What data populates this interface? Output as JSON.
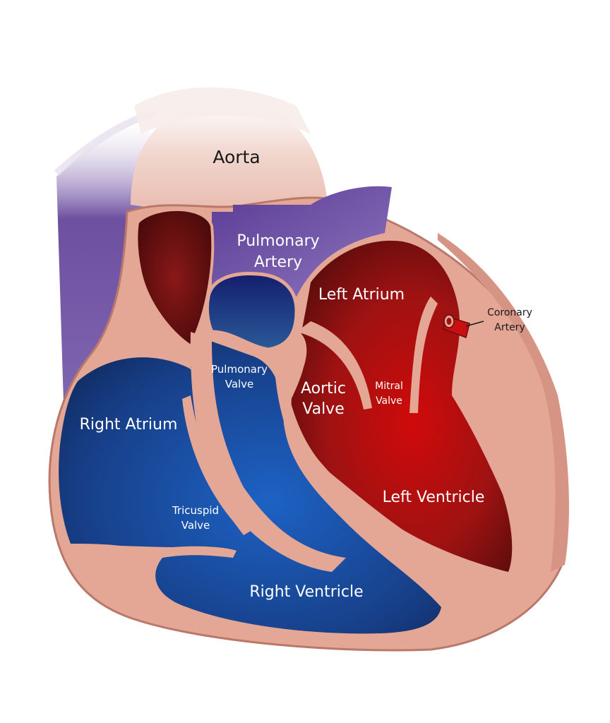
{
  "labels": {
    "aorta": "Aorta",
    "pulmonary_artery_1": "Pulmonary",
    "pulmonary_artery_2": "Artery",
    "left_atrium": "Left Atrium",
    "coronary_artery_1": "Coronary",
    "coronary_artery_2": "Artery",
    "pulmonary_valve_1": "Pulmonary",
    "pulmonary_valve_2": "Valve",
    "aortic_valve_1": "Aortic",
    "aortic_valve_2": "Valve",
    "mitral_valve_1": "Mitral",
    "mitral_valve_2": "Valve",
    "right_atrium": "Right Atrium",
    "left_ventricle": "Left Ventricle",
    "tricuspid_valve_1": "Tricuspid",
    "tricuspid_valve_2": "Valve",
    "right_ventricle": "Right Ventricle"
  },
  "colors": {
    "oxygenated": "#c81010",
    "deoxygenated": "#1a50a8",
    "tissue": "#e3a596",
    "vessel_purple": "#6a4c9c"
  }
}
